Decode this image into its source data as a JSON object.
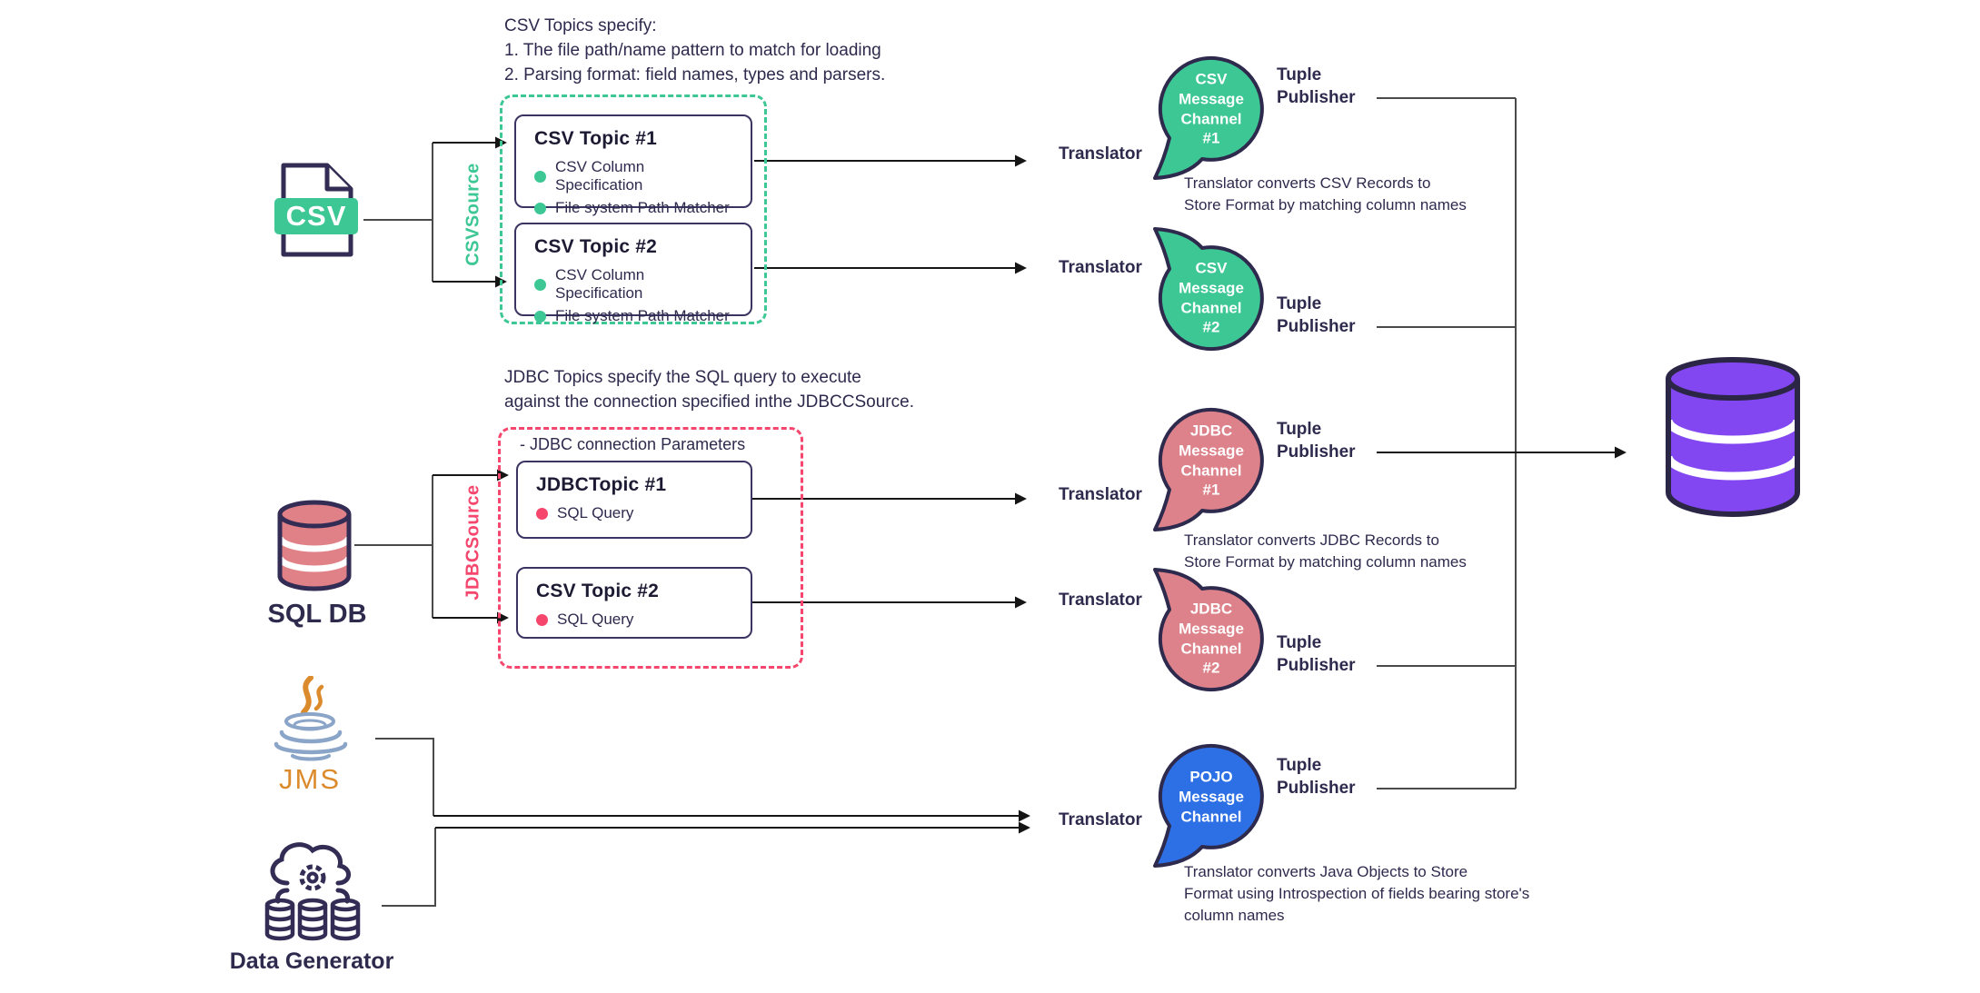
{
  "colors": {
    "green": "#3DC795",
    "red_accent": "#F5476E",
    "pink_bubble": "#DD828A",
    "blue_bubble": "#2D6FE4",
    "purple_store": "#8347F2",
    "ink": "#2E2A4D"
  },
  "csv": {
    "note": "CSV Topics specify:\n1. The file path/name pattern to match for loading\n2. Parsing format: field names, types and parsers.",
    "badge": "CSV",
    "source": "CSVSource",
    "topics": [
      {
        "title": "CSV Topic #1",
        "bullets": [
          "CSV Column Specification",
          "File system Path Matcher"
        ]
      },
      {
        "title": "CSV Topic #2",
        "bullets": [
          "CSV Column Specification",
          "File system Path Matcher"
        ]
      }
    ]
  },
  "jdbc": {
    "note": "JDBC Topics specify the SQL query to execute\nagainst the connection specified inthe JDBCCSource.",
    "conn": "- JDBC connection Parameters",
    "source": "JDBCSource",
    "db": "SQL DB",
    "topics": [
      {
        "title": "JDBCTopic #1",
        "bullets": [
          "SQL Query"
        ]
      },
      {
        "title": "CSV Topic #2",
        "bullets": [
          "SQL Query"
        ]
      }
    ]
  },
  "jms": "JMS",
  "datagen": "Data Generator",
  "translator": "Translator",
  "publisher": "Tuple\nPublisher",
  "channels": [
    {
      "text": "CSV\nMessage\nChannel\n#1"
    },
    {
      "text": "CSV\nMessage\nChannel\n#2"
    },
    {
      "text": "JDBC\nMessage\nChannel\n#1"
    },
    {
      "text": "JDBC\nMessage\nChannel\n#2"
    },
    {
      "text": "POJO\nMessage\nChannel"
    }
  ],
  "captions": {
    "csv": "Translator converts CSV Records to\nStore Format by matching column names",
    "jdbc": "Translator converts JDBC Records to\nStore Format by matching column names",
    "pojo": "Translator converts Java Objects to Store\nFormat using Introspection of fields bearing store's\ncolumn names"
  }
}
